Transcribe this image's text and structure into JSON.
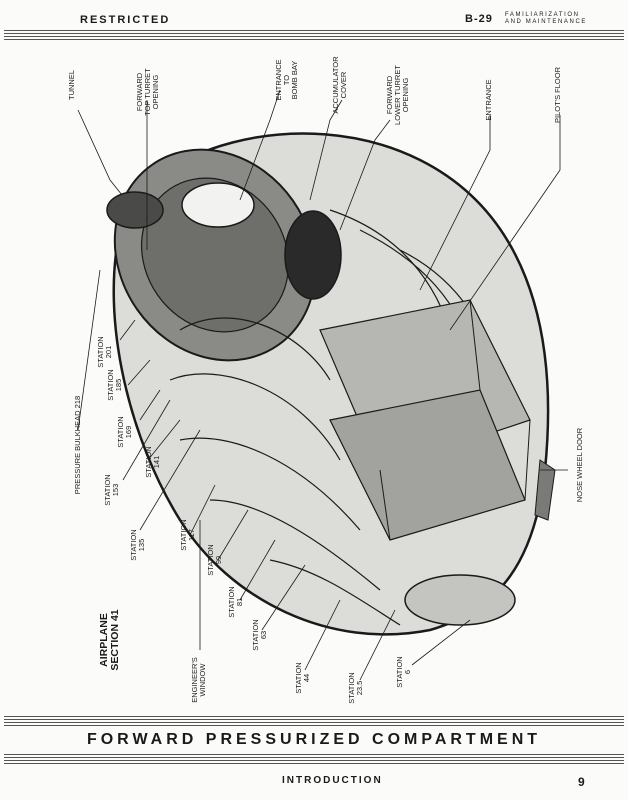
{
  "header": {
    "left": "RESTRICTED",
    "model": "B-29",
    "fam1": "FAMILIARIZATION",
    "fam2": "AND MAINTENANCE"
  },
  "section": {
    "line1": "AIRPLANE",
    "line2": "SECTION 41"
  },
  "title": "FORWARD PRESSURIZED COMPARTMENT",
  "footer": {
    "label": "INTRODUCTION",
    "page": "9"
  },
  "labels": {
    "tunnel": "TUNNEL",
    "fwd_top_turret": [
      "FORWARD",
      "TOP TURRET",
      "OPENING"
    ],
    "entrance_bomb_bay": [
      "ENTRANCE",
      "TO",
      "BOMB BAY"
    ],
    "accumulator": [
      "ACCUMULATOR",
      "COVER"
    ],
    "fwd_lower_turret": [
      "FORWARD",
      "LOWER TURRET",
      "OPENING"
    ],
    "entrance": "ENTRANCE",
    "pilots_floor": "PILOT'S FLOOR",
    "pressure_bulkhead": "PRESSURE BULKHEAD 218",
    "station_201": [
      "STATION",
      "201"
    ],
    "station_185": [
      "STATION",
      "185"
    ],
    "station_169": [
      "STATION",
      "169"
    ],
    "station_153": [
      "STATION",
      "153"
    ],
    "station_141": [
      "STATION",
      "141"
    ],
    "station_135": [
      "STATION",
      "135"
    ],
    "station_117": [
      "STATION",
      "117"
    ],
    "station_99": [
      "STATION",
      "99"
    ],
    "station_81": [
      "STATION",
      "81"
    ],
    "station_63": [
      "STATION",
      "63"
    ],
    "station_44": [
      "STATION",
      "44"
    ],
    "station_23_5": [
      "STATION",
      "23.5"
    ],
    "station_6": [
      "STATION",
      "6"
    ],
    "engineers_window": [
      "ENGINEER'S",
      "WINDOW"
    ],
    "nose_wheel_door": "NOSE WHEEL DOOR"
  }
}
